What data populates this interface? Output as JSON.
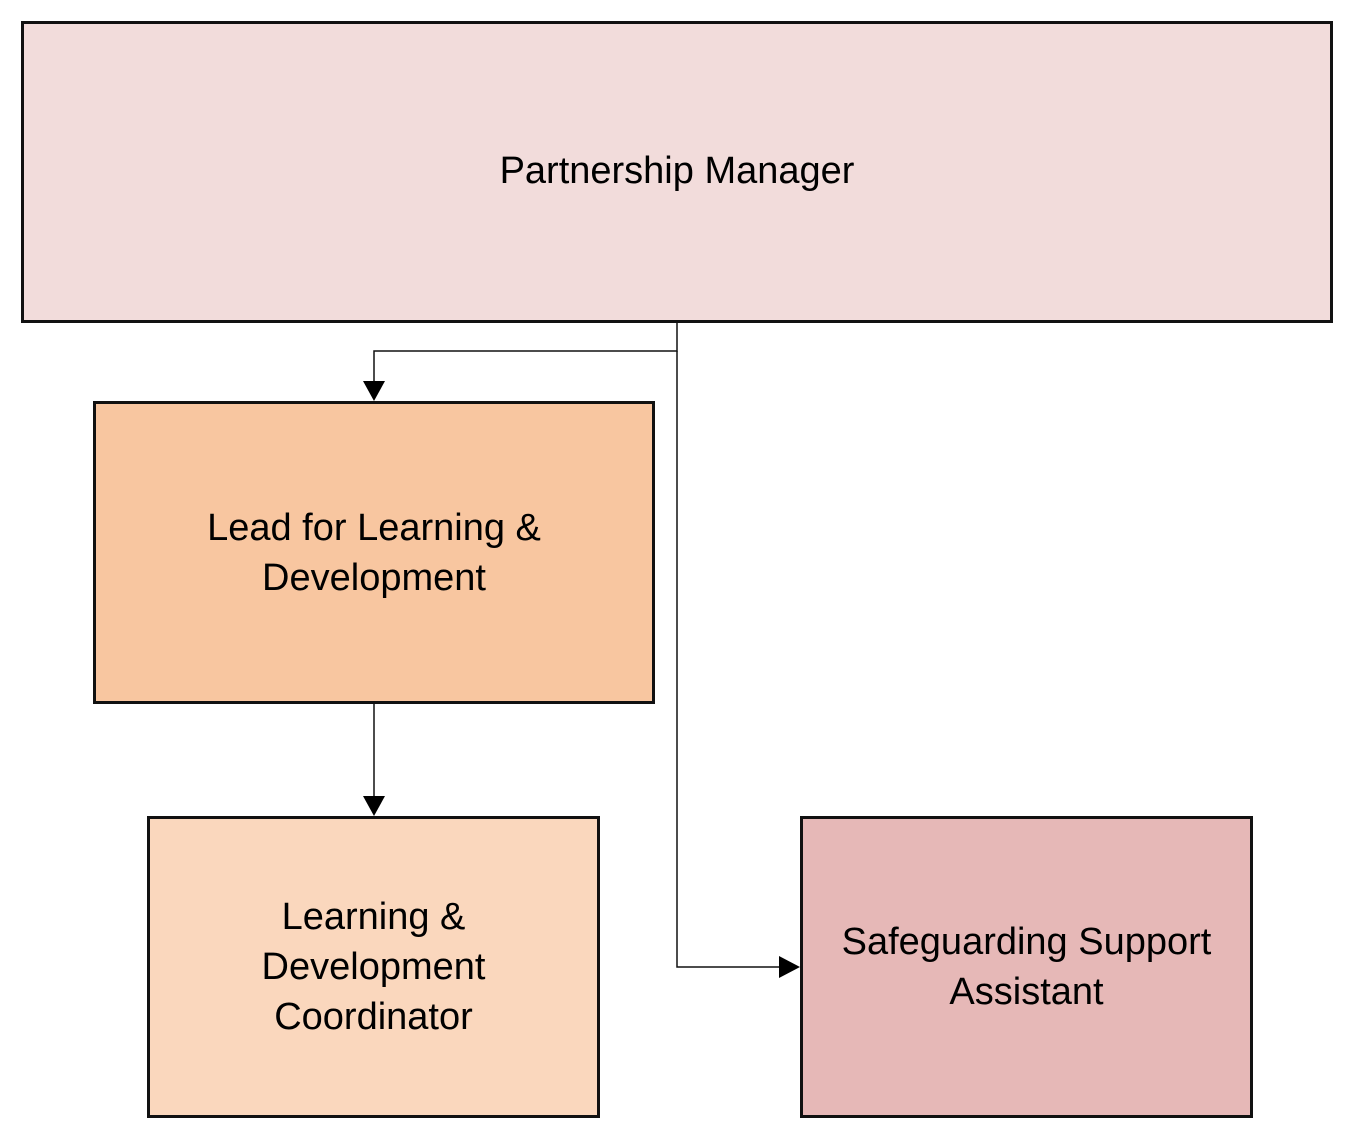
{
  "diagram": {
    "type": "org-chart",
    "nodes": [
      {
        "id": "manager",
        "lines": [
          "Partnership Manager"
        ],
        "fill": "#f2dcdb"
      },
      {
        "id": "lead",
        "lines": [
          "Lead for Learning &",
          "Development"
        ],
        "fill": "#f8c6a0"
      },
      {
        "id": "coord",
        "lines": [
          "Learning &",
          "Development",
          "Coordinator"
        ],
        "fill": "#fad7bd"
      },
      {
        "id": "safe",
        "lines": [
          "Safeguarding Support",
          "Assistant"
        ],
        "fill": "#e6b8b7"
      }
    ],
    "edges": [
      {
        "from": "manager",
        "to": "lead"
      },
      {
        "from": "lead",
        "to": "coord"
      },
      {
        "from": "manager",
        "to": "safe"
      }
    ]
  }
}
